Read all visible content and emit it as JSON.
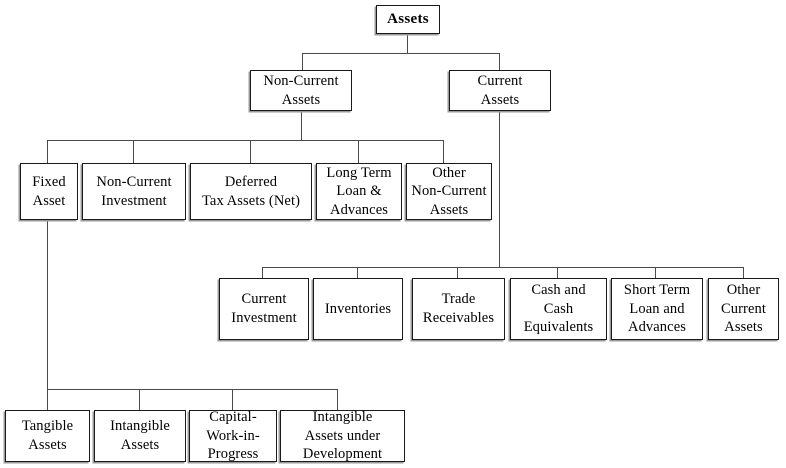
{
  "diagram": {
    "title": "Assets",
    "type": "tree-hierarchy",
    "nodes": {
      "root": {
        "label": "Assets",
        "level": 0
      },
      "non_current_assets": {
        "label": "Non-Current\nAssets",
        "level": 1
      },
      "current_assets": {
        "label": "Current\nAssets",
        "level": 1
      },
      "fixed_asset": {
        "label": "Fixed\nAsset",
        "level": 2
      },
      "non_current_investment": {
        "label": "Non-Current\nInvestment",
        "level": 2
      },
      "deferred_tax_assets": {
        "label": "Deferred\nTax Assets (Net)",
        "level": 2
      },
      "long_term_loan_advances": {
        "label": "Long Term\nLoan &\nAdvances",
        "level": 2
      },
      "other_non_current_assets": {
        "label": "Other\nNon-Current\nAssets",
        "level": 2
      },
      "current_investment": {
        "label": "Current\nInvestment",
        "level": 2
      },
      "inventories": {
        "label": "Inventories",
        "level": 2
      },
      "trade_receivables": {
        "label": "Trade\nReceivables",
        "level": 2
      },
      "cash_and_cash_equivalents": {
        "label": "Cash and\nCash\nEquivalents",
        "level": 2
      },
      "short_term_loan_advances": {
        "label": "Short Term\nLoan and\nAdvances",
        "level": 2
      },
      "other_current_assets": {
        "label": "Other\nCurrent\nAssets",
        "level": 2
      },
      "tangible_assets": {
        "label": "Tangible\nAssets",
        "level": 3
      },
      "intangible_assets": {
        "label": "Intangible\nAssets",
        "level": 3
      },
      "capital_work_in_progress": {
        "label": "Capital-\nWork-in-\nProgress",
        "level": 3
      },
      "intangible_assets_under_development": {
        "label": "Intangible\nAssets under\nDevelopment",
        "level": 3
      }
    },
    "edges": [
      {
        "from": "root",
        "to": "non_current_assets"
      },
      {
        "from": "root",
        "to": "current_assets"
      },
      {
        "from": "non_current_assets",
        "to": "fixed_asset"
      },
      {
        "from": "non_current_assets",
        "to": "non_current_investment"
      },
      {
        "from": "non_current_assets",
        "to": "deferred_tax_assets"
      },
      {
        "from": "non_current_assets",
        "to": "long_term_loan_advances"
      },
      {
        "from": "non_current_assets",
        "to": "other_non_current_assets"
      },
      {
        "from": "current_assets",
        "to": "current_investment"
      },
      {
        "from": "current_assets",
        "to": "inventories"
      },
      {
        "from": "current_assets",
        "to": "trade_receivables"
      },
      {
        "from": "current_assets",
        "to": "cash_and_cash_equivalents"
      },
      {
        "from": "current_assets",
        "to": "short_term_loan_advances"
      },
      {
        "from": "current_assets",
        "to": "other_current_assets"
      },
      {
        "from": "fixed_asset",
        "to": "tangible_assets"
      },
      {
        "from": "fixed_asset",
        "to": "intangible_assets"
      },
      {
        "from": "fixed_asset",
        "to": "capital_work_in_progress"
      },
      {
        "from": "fixed_asset",
        "to": "intangible_assets_under_development"
      }
    ],
    "colors": {
      "background": "#ffffff",
      "box_border": "#1a1a1a",
      "box_shadow": "#9a9a9a",
      "connector": "#4a4a4a",
      "text": "#000000"
    }
  }
}
